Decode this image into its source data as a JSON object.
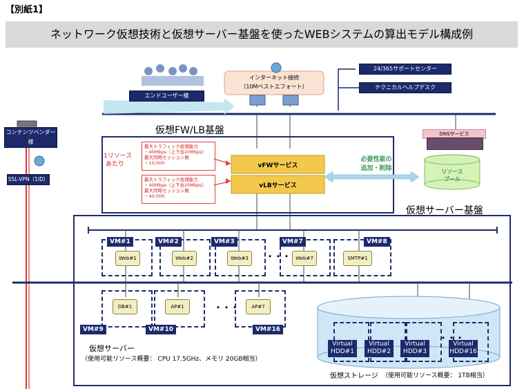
{
  "header_tag": "【別紙1】",
  "title": "ネットワーク仮想技術と仮想サーバー基盤を使ったWEBシステムの算出モデル構成例",
  "internet": {
    "line1": "インターネット接続",
    "line2": "（10Mベストエフォート）"
  },
  "support": {
    "center": "24/365サポートセンター",
    "helpdesk": "テクニカルヘルプデスク"
  },
  "end_user": "エンドユーザー様",
  "content_vendor": "コンテンツベンダー様",
  "ssl_vpn": "SSL-VPN（1ID）",
  "dns": "DNSサービス",
  "fwlb": {
    "label": "仮想FW/LB基盤",
    "per_resource": [
      "1リソース",
      "あたり"
    ],
    "fw_spec": [
      "最大トラフィック処理能力",
      "・40Mbps（上下合20Mbps）",
      "最大同時セッション数",
      "・10,000"
    ],
    "lb_spec": [
      "最大トラフィック処理能力",
      "・40Mbps（上下合20Mbps）",
      "最大同時セッション数",
      "・40,000"
    ],
    "vfw": "vFWサービス",
    "vlb": "vLBサービス",
    "scale": [
      "必要性能の",
      "追加・削除"
    ],
    "pool": [
      "リソース",
      "プール"
    ]
  },
  "vserver": {
    "label": "仮想サーバー基盤",
    "vms_top": [
      {
        "vm": "VM#1",
        "server": "Web#1"
      },
      {
        "vm": "VM#2",
        "server": "Web#2"
      },
      {
        "vm": "VM#3",
        "server": "Web#3"
      },
      {
        "vm": "VM#7",
        "server": "Web#7"
      },
      {
        "vm": "VM#8",
        "server": "SMTP#1"
      }
    ],
    "vms_bottom": [
      {
        "vm": "VM#9",
        "server": "DB#1"
      },
      {
        "vm": "VM#10",
        "server": "AP#1"
      },
      {
        "vm": "VM#16",
        "server": "AP#7"
      }
    ],
    "ellipsis": "・・・",
    "server_title": "仮想サーバー",
    "server_desc": "（使用可能リソース概要：  CPU 17.5GHz、メモリ 20GB相当）",
    "hdds": [
      [
        "Virtual",
        "HDD#1"
      ],
      [
        "Virtual",
        "HDD#2"
      ],
      [
        "Virtual",
        "HDD#3"
      ],
      [
        "Virtual",
        "HDD#16"
      ]
    ],
    "storage_title": "仮想ストレージ",
    "storage_desc": "（使用可能リソース概要：     1TB相当）"
  },
  "colors": {
    "navy": "#1c2a6b",
    "red": "#e0433a",
    "green": "#3c9a58",
    "gold": "#e8b92a"
  }
}
